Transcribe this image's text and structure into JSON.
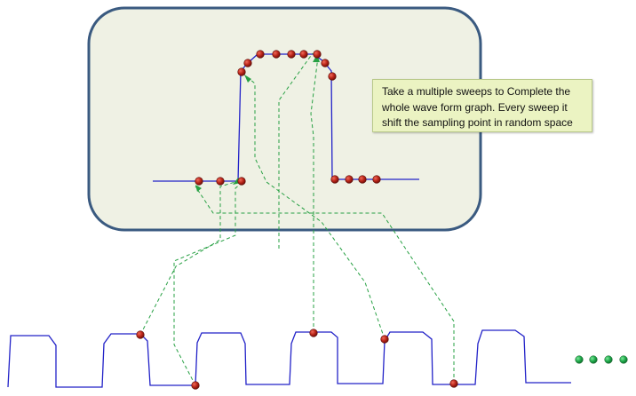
{
  "annotation": {
    "text": "Take a multiple sweeps to Complete  the whole wave form graph. Every sweep  it shift the sampling point in random space"
  },
  "colors": {
    "panel_fill": "#eff1e4",
    "panel_border": "#3a5a80",
    "waveform": "#2222c8",
    "sample_point": "#9e1a12",
    "guide_line": "#27a043",
    "continuation_dots": "#1fa84a",
    "note_fill": "#ebf3c2"
  },
  "icons": {
    "sample_point": "red-dot",
    "continuation": "green-dots-ellipsis"
  }
}
